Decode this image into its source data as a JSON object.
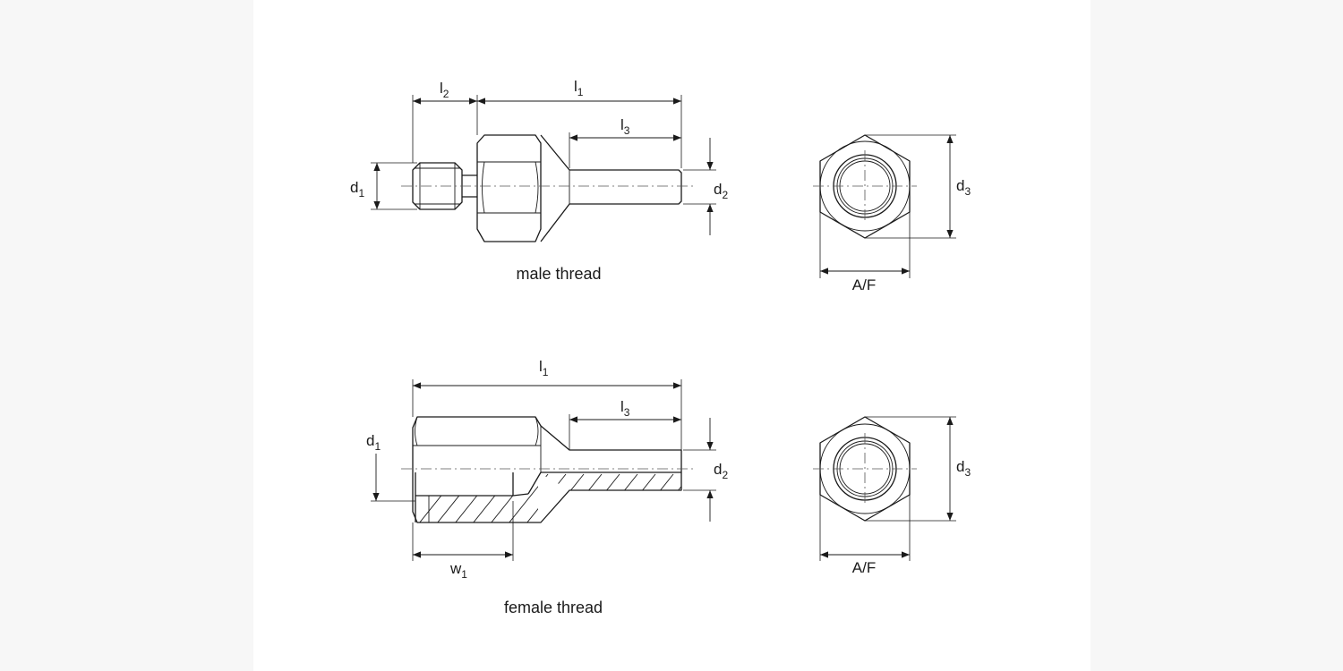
{
  "male": {
    "caption": "male thread",
    "dims": {
      "l2": {
        "base": "l",
        "sub": "2"
      },
      "l1": {
        "base": "l",
        "sub": "1"
      },
      "l3": {
        "base": "l",
        "sub": "3"
      },
      "d1": {
        "base": "d",
        "sub": "1"
      },
      "d2": {
        "base": "d",
        "sub": "2"
      }
    }
  },
  "female": {
    "caption": "female thread",
    "dims": {
      "l1": {
        "base": "l",
        "sub": "1"
      },
      "l3": {
        "base": "l",
        "sub": "3"
      },
      "d1": {
        "base": "d",
        "sub": "1"
      },
      "d2": {
        "base": "d",
        "sub": "2"
      },
      "w1": {
        "base": "w",
        "sub": "1"
      }
    }
  },
  "end_view_top": {
    "d3": {
      "base": "d",
      "sub": "3"
    },
    "af": "A/F"
  },
  "end_view_bottom": {
    "d3": {
      "base": "d",
      "sub": "3"
    },
    "af": "A/F"
  }
}
